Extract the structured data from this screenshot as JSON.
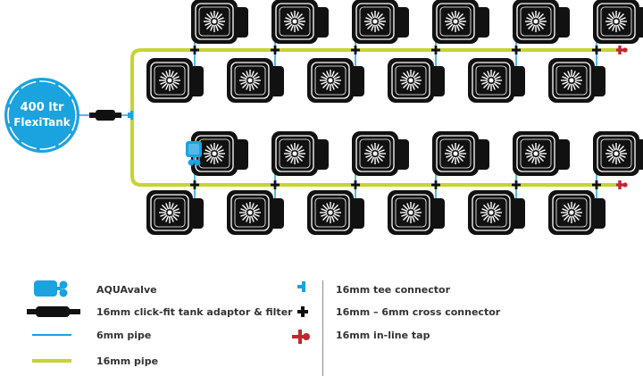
{
  "tank": {
    "line1": "400 ltr",
    "line2": "FlexiTank"
  },
  "legend": {
    "aquavalve": "AQUAvalve",
    "adaptor": "16mm click-fit tank adaptor & filter",
    "pipe6": "6mm pipe",
    "pipe16": "16mm pipe",
    "tee": "16mm tee connector",
    "cross": "16mm – 6mm cross connector",
    "tap": "16mm in-line tap"
  },
  "colors": {
    "tank": "#1aa3df",
    "pipe16": "#c5d433",
    "pipe6": "#1aa3df",
    "tap": "#c1272d",
    "pot": "#111111"
  },
  "icons": {
    "aquavalve": "aquavalve-icon",
    "adaptor": "tank-adaptor-icon",
    "tee": "tee-connector-icon",
    "cross": "cross-connector-icon",
    "tap": "inline-tap-icon"
  }
}
